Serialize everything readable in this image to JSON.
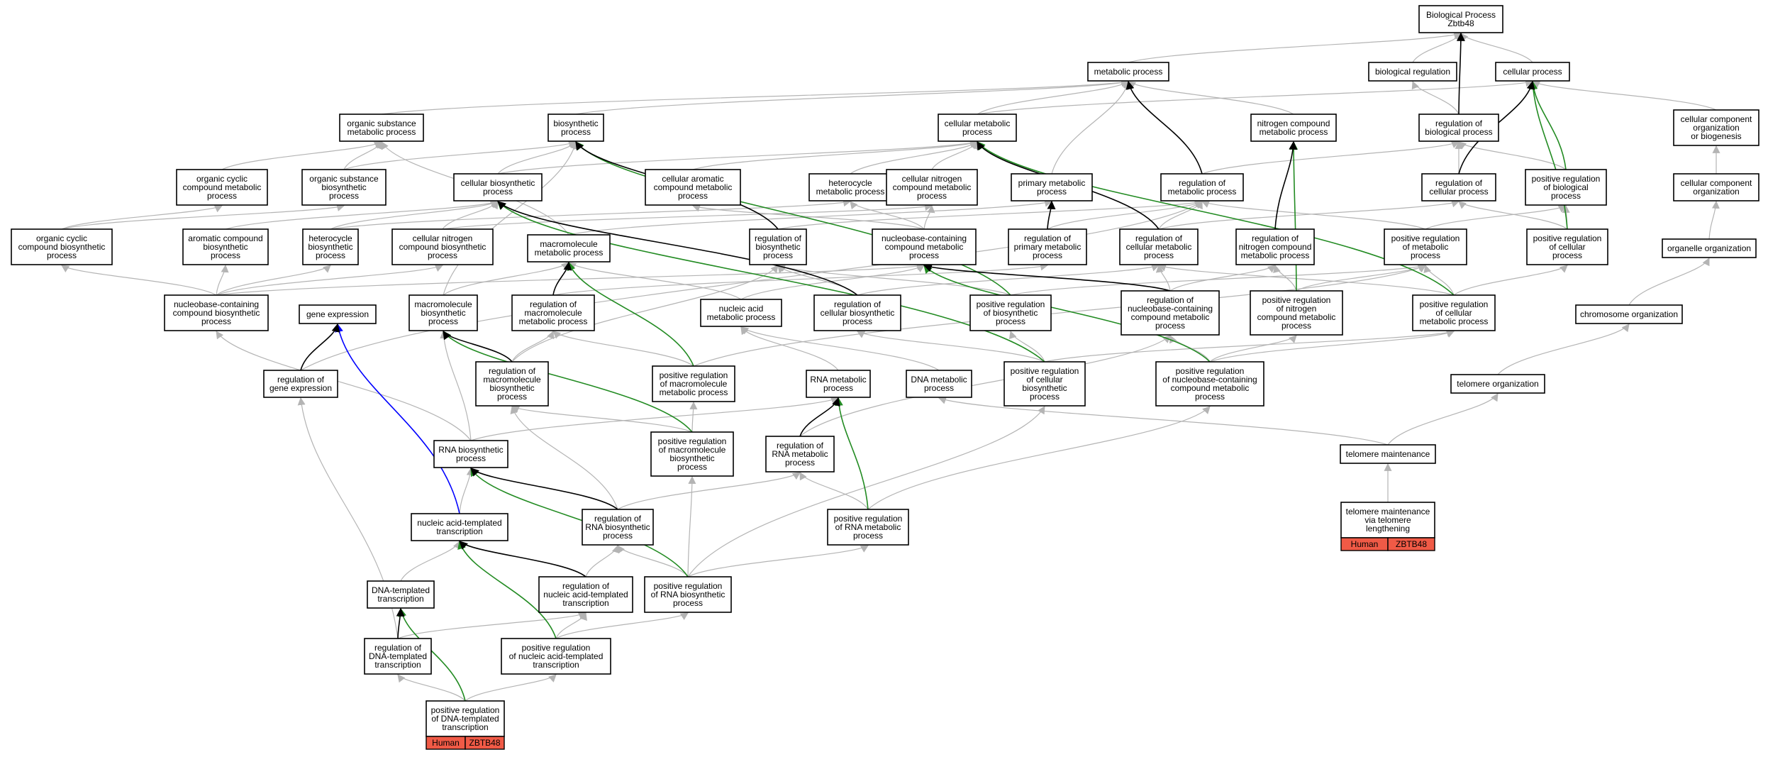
{
  "title": "Biological Process Zbtb48",
  "legend_colors": {
    "is_a": "#b4b4b4",
    "part_of": "#000000",
    "positively_regulates": "#228b22",
    "regulates": "#0000ff",
    "annotation_tag": "#f05a46"
  },
  "nodes": {
    "bp": [
      "Biological Process",
      "Zbtb48"
    ],
    "mp": [
      "metabolic process"
    ],
    "breg": [
      "biological regulation"
    ],
    "cp": [
      "cellular process"
    ],
    "osmp": [
      "organic substance",
      "metabolic process"
    ],
    "bsp": [
      "biosynthetic",
      "process"
    ],
    "cmp": [
      "cellular metabolic",
      "process"
    ],
    "ncmp": [
      "nitrogen compound",
      "metabolic process"
    ],
    "rbp": [
      "regulation of",
      "biological process"
    ],
    "ccob": [
      "cellular component",
      "organization",
      "or biogenesis"
    ],
    "occmp": [
      "organic cyclic",
      "compound metabolic",
      "process"
    ],
    "osbp": [
      "organic substance",
      "biosynthetic",
      "process"
    ],
    "cbp": [
      "cellular biosynthetic",
      "process"
    ],
    "cacmp": [
      "cellular aromatic",
      "compound metabolic",
      "process"
    ],
    "hmp": [
      "heterocycle",
      "metabolic process"
    ],
    "cncmp": [
      "cellular nitrogen",
      "compound metabolic",
      "process"
    ],
    "pmp": [
      "primary metabolic",
      "process"
    ],
    "rmp": [
      "regulation of",
      "metabolic process"
    ],
    "rcp": [
      "regulation of",
      "cellular process"
    ],
    "prbp": [
      "positive regulation",
      "of biological",
      "process"
    ],
    "cco": [
      "cellular component",
      "organization"
    ],
    "occbp": [
      "organic cyclic",
      "compound biosynthetic",
      "process"
    ],
    "acbp": [
      "aromatic compound",
      "biosynthetic",
      "process"
    ],
    "hbp": [
      "heterocycle",
      "biosynthetic",
      "process"
    ],
    "cncbp": [
      "cellular nitrogen",
      "compound biosynthetic",
      "process"
    ],
    "mmp": [
      "macromolecule",
      "metabolic process"
    ],
    "rbsp": [
      "regulation of",
      "biosynthetic",
      "process"
    ],
    "nccmp": [
      "nucleobase-containing",
      "compound metabolic",
      "process"
    ],
    "rpmp": [
      "regulation of",
      "primary metabolic",
      "process"
    ],
    "rcmp": [
      "regulation of",
      "cellular metabolic",
      "process"
    ],
    "rncmp": [
      "regulation of",
      "nitrogen compound",
      "metabolic process"
    ],
    "prmp": [
      "positive regulation",
      "of metabolic",
      "process"
    ],
    "prcp": [
      "positive regulation",
      "of cellular",
      "process"
    ],
    "oo": [
      "organelle organization"
    ],
    "nccbp": [
      "nucleobase-containing",
      "compound biosynthetic",
      "process"
    ],
    "ge": [
      "gene expression"
    ],
    "mbp": [
      "macromolecule",
      "biosynthetic",
      "process"
    ],
    "rmmp": [
      "regulation of",
      "macromolecule",
      "metabolic process"
    ],
    "namp": [
      "nucleic acid",
      "metabolic process"
    ],
    "rcbp": [
      "regulation of",
      "cellular biosynthetic",
      "process"
    ],
    "prbsp": [
      "positive regulation",
      "of biosynthetic",
      "process"
    ],
    "rnccmp": [
      "regulation of",
      "nucleobase-containing",
      "compound metabolic",
      "process"
    ],
    "prncmp": [
      "positive regulation",
      "of nitrogen",
      "compound metabolic",
      "process"
    ],
    "prcmp": [
      "positive regulation",
      "of cellular",
      "metabolic process"
    ],
    "chro": [
      "chromosome organization"
    ],
    "rge": [
      "regulation of",
      "gene expression"
    ],
    "rmbp": [
      "regulation of",
      "macromolecule",
      "biosynthetic",
      "process"
    ],
    "prmmp": [
      "positive regulation",
      "of macromolecule",
      "metabolic process"
    ],
    "rnamp": [
      "RNA metabolic",
      "process"
    ],
    "dnamp": [
      "DNA metabolic",
      "process"
    ],
    "prcbp": [
      "positive regulation",
      "of cellular",
      "biosynthetic",
      "process"
    ],
    "prnccmp": [
      "positive regulation",
      "of nucleobase-containing",
      "compound metabolic",
      "process"
    ],
    "telo": [
      "telomere organization"
    ],
    "rnabp": [
      "RNA biosynthetic",
      "process"
    ],
    "prmbp": [
      "positive regulation",
      "of macromolecule",
      "biosynthetic",
      "process"
    ],
    "rrnamp": [
      "regulation of",
      "RNA metabolic",
      "process"
    ],
    "tm": [
      "telomere maintenance"
    ],
    "natt": [
      "nucleic acid-templated",
      "transcription"
    ],
    "rrnabp": [
      "regulation of",
      "RNA biosynthetic",
      "process"
    ],
    "prrnamp": [
      "positive regulation",
      "of RNA metabolic",
      "process"
    ],
    "tmvtl": [
      "telomere maintenance",
      "via telomere",
      "lengthening"
    ],
    "dtt": [
      "DNA-templated",
      "transcription"
    ],
    "rnatt": [
      "regulation of",
      "nucleic acid-templated",
      "transcription"
    ],
    "prrnabp": [
      "positive regulation",
      "of RNA biosynthetic",
      "process"
    ],
    "rdtt": [
      "regulation of",
      "DNA-templated",
      "transcription"
    ],
    "prnatt": [
      "positive regulation",
      "of nucleic acid-templated",
      "transcription"
    ],
    "prdtt": [
      "positive regulation",
      "of DNA-templated",
      "transcription"
    ]
  },
  "annotations": {
    "prdtt": [
      "Human",
      "ZBTB48"
    ],
    "tmvtl": [
      "Human",
      "ZBTB48"
    ]
  },
  "edges": [
    [
      "mp",
      "bp",
      "is_a"
    ],
    [
      "breg",
      "bp",
      "is_a"
    ],
    [
      "cp",
      "bp",
      "is_a"
    ],
    [
      "rbp",
      "bp",
      "part_of"
    ],
    [
      "prbp",
      "cp",
      "positively_regulates"
    ],
    [
      "osmp",
      "mp",
      "is_a"
    ],
    [
      "bsp",
      "mp",
      "is_a"
    ],
    [
      "cmp",
      "mp",
      "is_a"
    ],
    [
      "ncmp",
      "mp",
      "is_a"
    ],
    [
      "rmp",
      "mp",
      "part_of"
    ],
    [
      "pmp",
      "mp",
      "is_a"
    ],
    [
      "cmp",
      "cp",
      "is_a"
    ],
    [
      "rbp",
      "breg",
      "is_a"
    ],
    [
      "ccob",
      "cp",
      "is_a"
    ],
    [
      "rcp",
      "cp",
      "part_of"
    ],
    [
      "prcp",
      "cp",
      "positively_regulates"
    ],
    [
      "occmp",
      "osmp",
      "is_a"
    ],
    [
      "osbp",
      "osmp",
      "is_a"
    ],
    [
      "osbp",
      "bsp",
      "is_a"
    ],
    [
      "cbp",
      "bsp",
      "is_a"
    ],
    [
      "cbp",
      "cmp",
      "is_a"
    ],
    [
      "cacmp",
      "cmp",
      "is_a"
    ],
    [
      "hmp",
      "cmp",
      "is_a"
    ],
    [
      "cncmp",
      "cmp",
      "is_a"
    ],
    [
      "rcmp",
      "cmp",
      "part_of"
    ],
    [
      "prcmp",
      "cmp",
      "positively_regulates"
    ],
    [
      "rmp",
      "rbp",
      "is_a"
    ],
    [
      "rcp",
      "rbp",
      "is_a"
    ],
    [
      "prbp",
      "rbp",
      "is_a"
    ],
    [
      "rncmp",
      "ncmp",
      "part_of"
    ],
    [
      "prncmp",
      "ncmp",
      "positively_regulates"
    ],
    [
      "cco",
      "ccob",
      "is_a"
    ],
    [
      "oo",
      "cco",
      "is_a"
    ],
    [
      "chro",
      "oo",
      "is_a"
    ],
    [
      "telo",
      "chro",
      "is_a"
    ],
    [
      "tm",
      "telo",
      "is_a"
    ],
    [
      "tmvtl",
      "tm",
      "is_a"
    ],
    [
      "occbp",
      "occmp",
      "is_a"
    ],
    [
      "occbp",
      "osbp",
      "is_a"
    ],
    [
      "acbp",
      "cbp",
      "is_a"
    ],
    [
      "hbp",
      "hmp",
      "is_a"
    ],
    [
      "hbp",
      "cbp",
      "is_a"
    ],
    [
      "cncbp",
      "cbp",
      "is_a"
    ],
    [
      "cncbp",
      "cncmp",
      "is_a"
    ],
    [
      "nccmp",
      "cncmp",
      "is_a"
    ],
    [
      "nccmp",
      "hmp",
      "is_a"
    ],
    [
      "nccmp",
      "cacmp",
      "is_a"
    ],
    [
      "mmp",
      "osmp",
      "is_a"
    ],
    [
      "mmp",
      "pmp",
      "is_a"
    ],
    [
      "rpmp",
      "pmp",
      "part_of"
    ],
    [
      "rpmp",
      "rmp",
      "is_a"
    ],
    [
      "rcmp",
      "rmp",
      "is_a"
    ],
    [
      "rcmp",
      "rcp",
      "is_a"
    ],
    [
      "rbsp",
      "bsp",
      "part_of"
    ],
    [
      "rbsp",
      "rmp",
      "is_a"
    ],
    [
      "prmp",
      "rmp",
      "is_a"
    ],
    [
      "prmp",
      "prbp",
      "is_a"
    ],
    [
      "prcp",
      "rcp",
      "is_a"
    ],
    [
      "prcp",
      "prbp",
      "is_a"
    ],
    [
      "nccbp",
      "occbp",
      "is_a"
    ],
    [
      "nccbp",
      "acbp",
      "is_a"
    ],
    [
      "nccbp",
      "hbp",
      "is_a"
    ],
    [
      "nccbp",
      "cncbp",
      "is_a"
    ],
    [
      "nccbp",
      "nccmp",
      "is_a"
    ],
    [
      "mbp",
      "mmp",
      "is_a"
    ],
    [
      "mbp",
      "bsp",
      "is_a"
    ],
    [
      "rmmp",
      "mmp",
      "part_of"
    ],
    [
      "rmmp",
      "rpmp",
      "is_a"
    ],
    [
      "namp",
      "nccmp",
      "is_a"
    ],
    [
      "namp",
      "mmp",
      "is_a"
    ],
    [
      "rcbp",
      "cbp",
      "part_of"
    ],
    [
      "rcbp",
      "rbsp",
      "is_a"
    ],
    [
      "rcbp",
      "rcmp",
      "is_a"
    ],
    [
      "prbsp",
      "rbsp",
      "is_a"
    ],
    [
      "prbsp",
      "prmp",
      "is_a"
    ],
    [
      "prbsp",
      "bsp",
      "positively_regulates"
    ],
    [
      "rnccmp",
      "nccmp",
      "part_of"
    ],
    [
      "rnccmp",
      "rcmp",
      "is_a"
    ],
    [
      "rnccmp",
      "rncmp",
      "is_a"
    ],
    [
      "prncmp",
      "rncmp",
      "is_a"
    ],
    [
      "prncmp",
      "prmp",
      "is_a"
    ],
    [
      "prcmp",
      "rcmp",
      "is_a"
    ],
    [
      "prcmp",
      "prmp",
      "is_a"
    ],
    [
      "prcmp",
      "prcp",
      "is_a"
    ],
    [
      "rge",
      "ge",
      "part_of"
    ],
    [
      "rge",
      "rmp",
      "is_a"
    ],
    [
      "rmbp",
      "mbp",
      "part_of"
    ],
    [
      "rmbp",
      "rmmp",
      "is_a"
    ],
    [
      "rmbp",
      "rbsp",
      "is_a"
    ],
    [
      "prmmp",
      "rmmp",
      "is_a"
    ],
    [
      "prmmp",
      "mmp",
      "positively_regulates"
    ],
    [
      "prmmp",
      "prmp",
      "is_a"
    ],
    [
      "rnamp",
      "namp",
      "is_a"
    ],
    [
      "dnamp",
      "namp",
      "is_a"
    ],
    [
      "prcbp",
      "rcbp",
      "is_a"
    ],
    [
      "prcbp",
      "prbsp",
      "is_a"
    ],
    [
      "prcbp",
      "cbp",
      "positively_regulates"
    ],
    [
      "prcbp",
      "prcmp",
      "is_a"
    ],
    [
      "prnccmp",
      "rnccmp",
      "is_a"
    ],
    [
      "prnccmp",
      "prcmp",
      "is_a"
    ],
    [
      "prnccmp",
      "nccmp",
      "positively_regulates"
    ],
    [
      "prnccmp",
      "prncmp",
      "is_a"
    ],
    [
      "rnabp",
      "nccbp",
      "is_a"
    ],
    [
      "rnabp",
      "rnamp",
      "is_a"
    ],
    [
      "rnabp",
      "mbp",
      "is_a"
    ],
    [
      "prmbp",
      "rmbp",
      "is_a"
    ],
    [
      "prmbp",
      "prmmp",
      "is_a"
    ],
    [
      "prmbp",
      "mbp",
      "positively_regulates"
    ],
    [
      "rrnamp",
      "rnamp",
      "part_of"
    ],
    [
      "rrnamp",
      "rnccmp",
      "is_a"
    ],
    [
      "tm",
      "dnamp",
      "is_a"
    ],
    [
      "natt",
      "rnabp",
      "is_a"
    ],
    [
      "natt",
      "ge",
      "regulates"
    ],
    [
      "rrnabp",
      "rnabp",
      "part_of"
    ],
    [
      "rrnabp",
      "rrnamp",
      "is_a"
    ],
    [
      "rrnabp",
      "rmbp",
      "is_a"
    ],
    [
      "prrnamp",
      "rrnamp",
      "is_a"
    ],
    [
      "prrnamp",
      "rnamp",
      "positively_regulates"
    ],
    [
      "prrnamp",
      "prnccmp",
      "is_a"
    ],
    [
      "dtt",
      "natt",
      "is_a"
    ],
    [
      "rnatt",
      "natt",
      "part_of"
    ],
    [
      "rnatt",
      "rrnabp",
      "is_a"
    ],
    [
      "prrnabp",
      "rrnabp",
      "is_a"
    ],
    [
      "prrnabp",
      "rnabp",
      "positively_regulates"
    ],
    [
      "prrnabp",
      "prmbp",
      "is_a"
    ],
    [
      "prrnabp",
      "prrnamp",
      "is_a"
    ],
    [
      "prrnabp",
      "prcbp",
      "is_a"
    ],
    [
      "rdtt",
      "dtt",
      "part_of"
    ],
    [
      "rdtt",
      "rnatt",
      "is_a"
    ],
    [
      "rdtt",
      "rge",
      "is_a"
    ],
    [
      "prnatt",
      "rnatt",
      "is_a"
    ],
    [
      "prnatt",
      "natt",
      "positively_regulates"
    ],
    [
      "prnatt",
      "prrnabp",
      "is_a"
    ],
    [
      "prdtt",
      "rdtt",
      "is_a"
    ],
    [
      "prdtt",
      "prnatt",
      "is_a"
    ],
    [
      "prdtt",
      "dtt",
      "positively_regulates"
    ]
  ]
}
